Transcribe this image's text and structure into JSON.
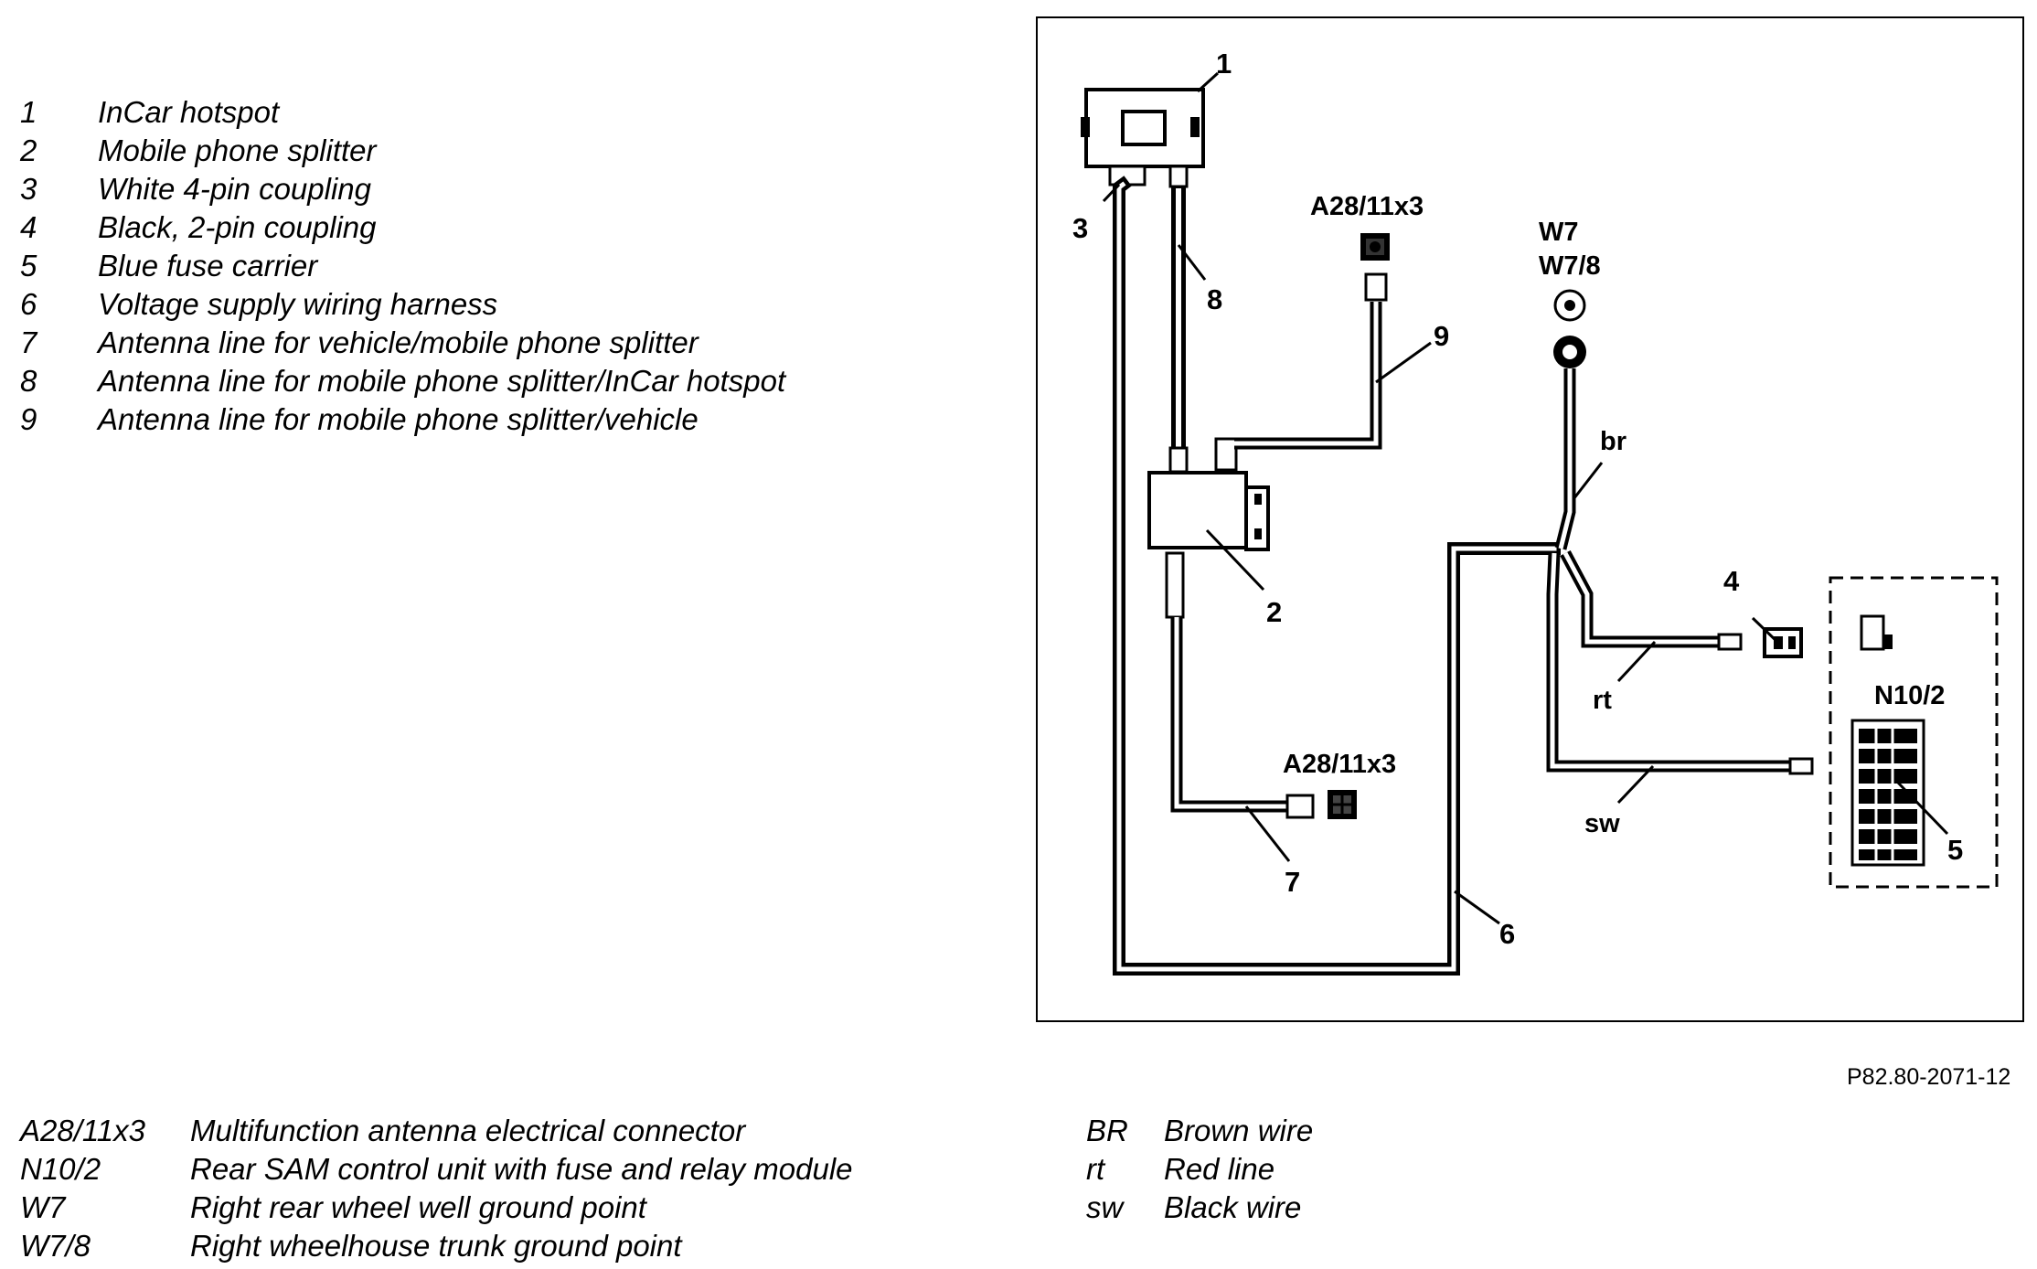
{
  "component_legend": [
    {
      "num": "1",
      "label": "InCar hotspot"
    },
    {
      "num": "2",
      "label": "Mobile phone splitter"
    },
    {
      "num": "3",
      "label": "White 4-pin coupling"
    },
    {
      "num": "4",
      "label": "Black, 2-pin coupling"
    },
    {
      "num": "5",
      "label": "Blue fuse carrier"
    },
    {
      "num": "6",
      "label": "Voltage supply wiring harness"
    },
    {
      "num": "7",
      "label": "Antenna line for vehicle/mobile phone splitter"
    },
    {
      "num": "8",
      "label": "Antenna line for mobile phone splitter/InCar hotspot"
    },
    {
      "num": "9",
      "label": "Antenna line for mobile phone splitter/vehicle"
    }
  ],
  "designation_legend": [
    {
      "code": "A28/11x3",
      "label": "Multifunction antenna electrical connector"
    },
    {
      "code": "N10/2",
      "label": "Rear SAM control unit with fuse and relay module"
    },
    {
      "code": "W7",
      "label": "Right rear wheel well ground point"
    },
    {
      "code": "W7/8",
      "label": "Right wheelhouse trunk ground point"
    }
  ],
  "wire_legend": [
    {
      "code": "BR",
      "label": "Brown wire"
    },
    {
      "code": "rt",
      "label": "Red line"
    },
    {
      "code": "sw",
      "label": "Black wire"
    }
  ],
  "figure_ref": "P82.80-2071-12",
  "diagram": {
    "callouts": [
      "1",
      "2",
      "3",
      "4",
      "5",
      "6",
      "7",
      "8",
      "9"
    ],
    "connector_top": "A28/11x3",
    "connector_bottom": "A28/11x3",
    "ground_w7": "W7",
    "ground_w78": "W7/8",
    "module": "N10/2",
    "wire_br": "br",
    "wire_rt": "rt",
    "wire_sw": "sw"
  }
}
